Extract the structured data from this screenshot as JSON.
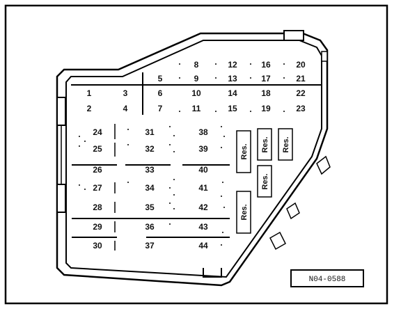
{
  "diagram": {
    "fuses": {
      "f1": "1",
      "f2": "2",
      "f3": "3",
      "f4": "4",
      "f5": "5",
      "f6": "6",
      "f7": "7",
      "f8": "8",
      "f9": "9",
      "f10": "10",
      "f11": "11",
      "f12": "12",
      "f13": "13",
      "f14": "14",
      "f15": "15",
      "f16": "16",
      "f17": "17",
      "f18": "18",
      "f19": "19",
      "f20": "20",
      "f21": "21",
      "f22": "22",
      "f23": "23",
      "f24": "24",
      "f25": "25",
      "f26": "26",
      "f27": "27",
      "f28": "28",
      "f29": "29",
      "f30": "30",
      "f31": "31",
      "f32": "32",
      "f33": "33",
      "f34": "34",
      "f35": "35",
      "f36": "36",
      "f37": "37",
      "f38": "38",
      "f39": "39",
      "f40": "40",
      "f41": "41",
      "f42": "42",
      "f43": "43",
      "f44": "44"
    },
    "reserve_label": "Res.",
    "reference_code": "N04-0588"
  }
}
